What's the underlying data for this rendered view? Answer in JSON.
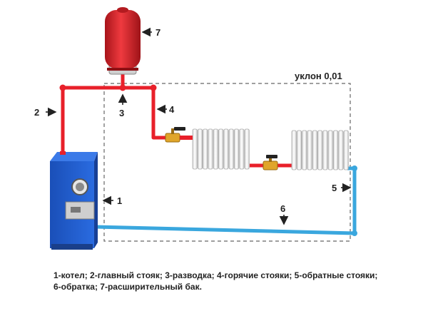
{
  "diagram": {
    "slope_label": "уклон 0,01",
    "numbers": {
      "boiler": "1",
      "main_riser": "2",
      "distribution": "3",
      "hot_risers": "4",
      "return_risers": "5",
      "return_line": "6",
      "expansion_tank": "7"
    },
    "legend_line1": "1-котел; 2-главный стояк; 3-разводка; 4-горячие стояки; 5-обратные стояки;",
    "legend_line2": "6-обратка; 7-расширительный бак.",
    "colors": {
      "supply_pipe": "#e8202a",
      "return_pipe": "#3aa7de",
      "boiler": "#1f57c8",
      "tank": "#d9262c",
      "valve": "#e0a52a",
      "dashed_outline": "#666666"
    },
    "icons": [
      "expansion-tank-icon",
      "boiler-icon",
      "radiator-icon",
      "ball-valve-icon",
      "arrow-icon"
    ]
  }
}
